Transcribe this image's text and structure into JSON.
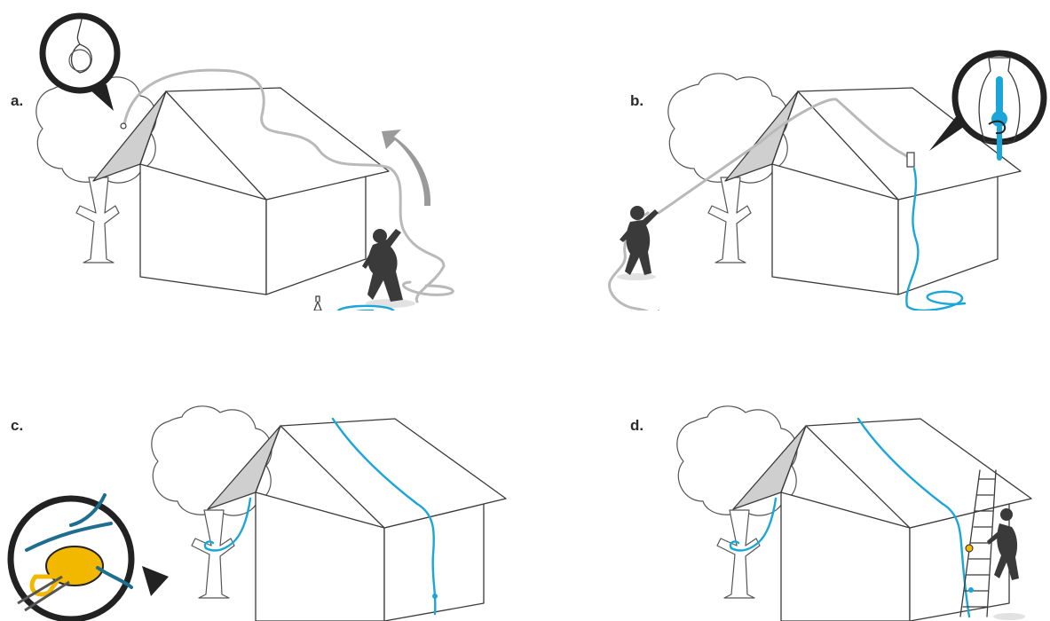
{
  "panels": [
    {
      "label": "a."
    },
    {
      "label": "b."
    },
    {
      "label": "c."
    },
    {
      "label": "d."
    }
  ],
  "colors": {
    "rope": "#1aa6d9",
    "throw_line": "#b9b9b9",
    "device": "#f2b800",
    "figure": "#3a3a3a",
    "roof_gable": "#cfcfcf"
  },
  "icons": [
    "tree-icon",
    "house-icon",
    "throw-weight-icon",
    "person-throwing-icon",
    "throw-bag-knot-icon",
    "rope-coil-icon",
    "anchor-device-icon",
    "ladder-icon",
    "person-climbing-icon",
    "arrow-icon"
  ]
}
